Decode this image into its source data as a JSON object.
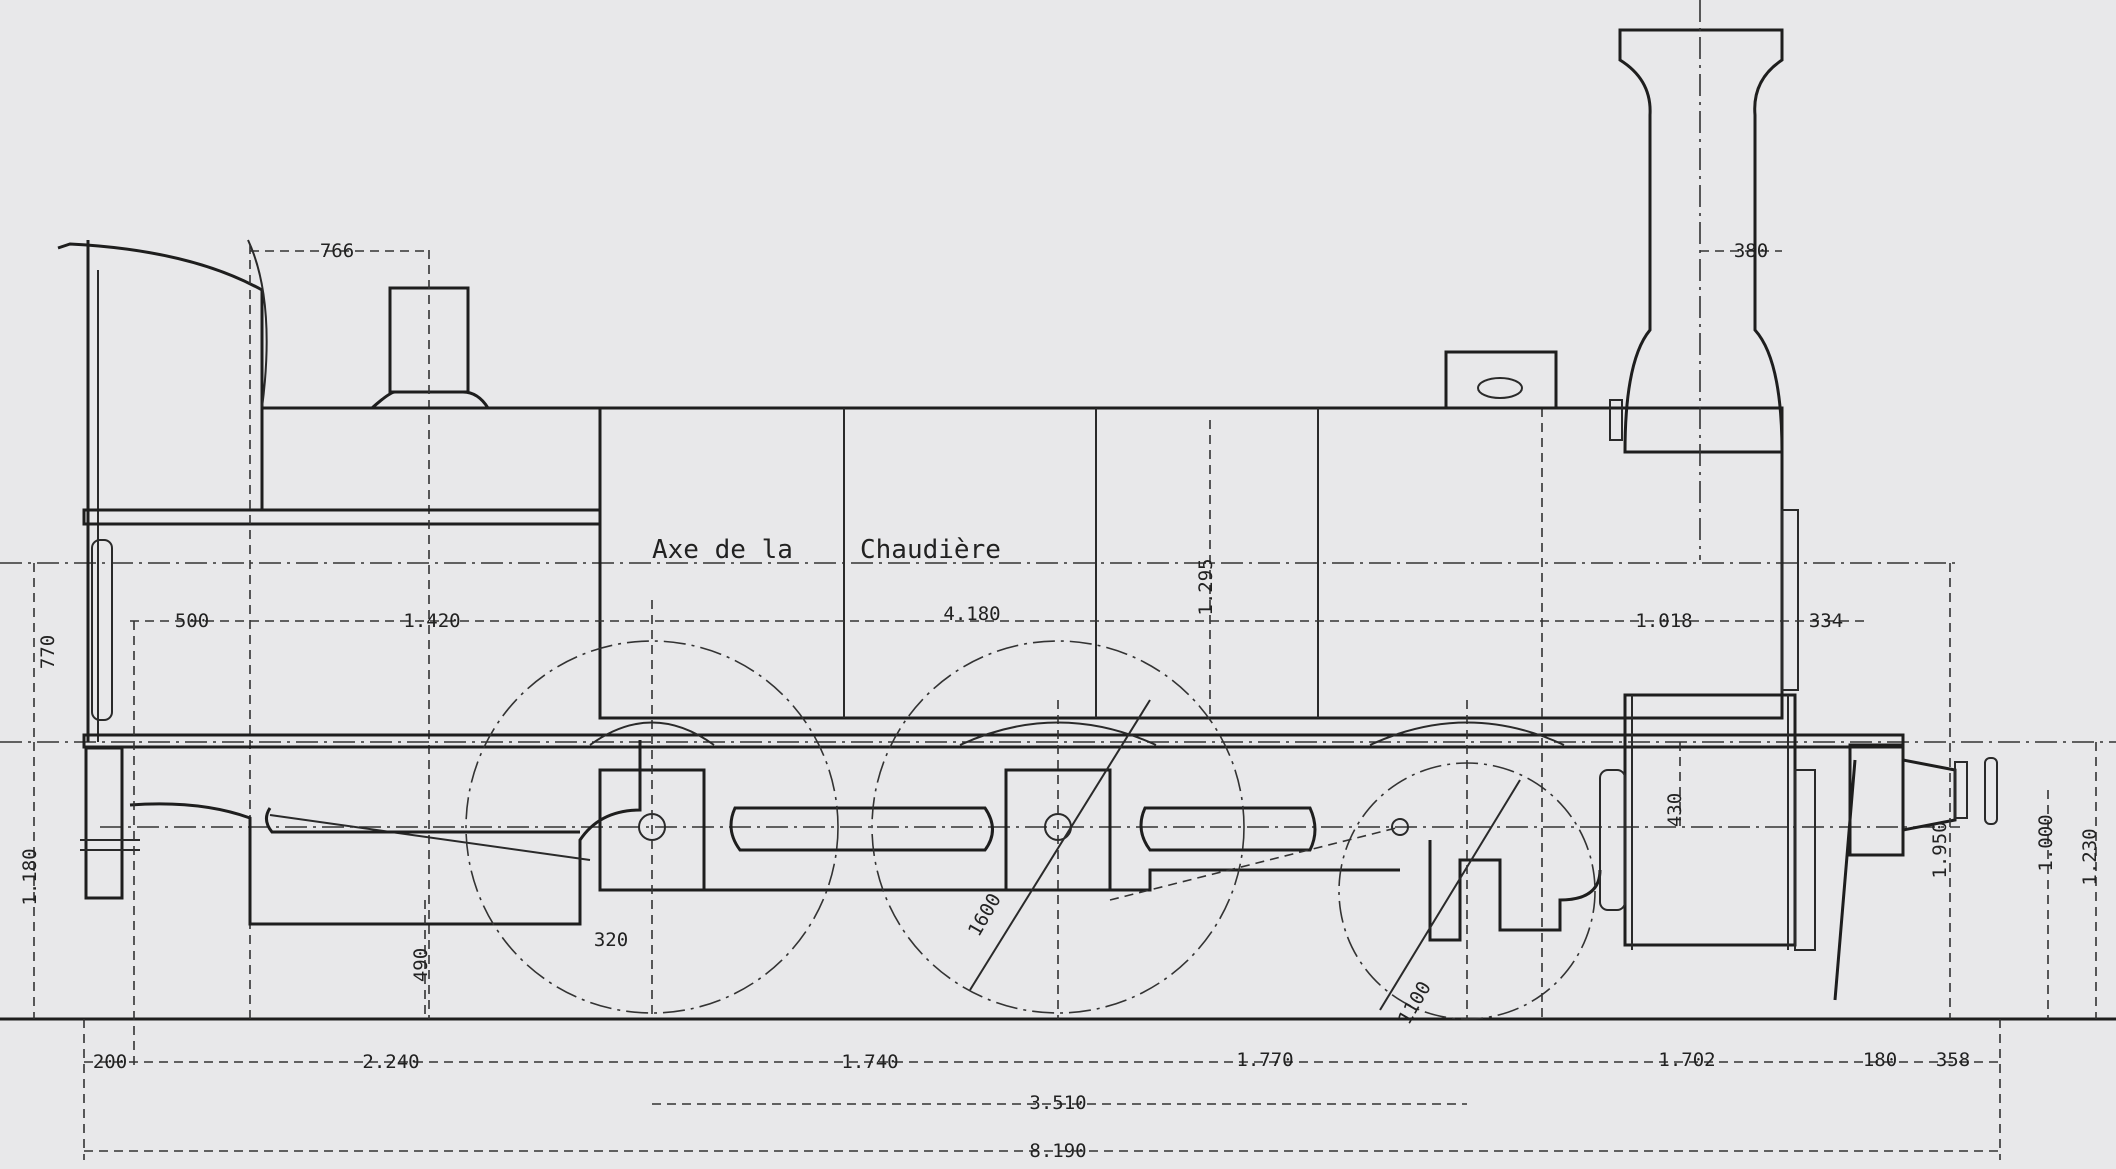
{
  "drawing": {
    "axis_label_1": "Axe de la",
    "axis_label_2": "Chaudière"
  },
  "dimensions": {
    "cab_to_dome": "766",
    "chimney_width": "380",
    "rear_overhang_500": "500",
    "firebox_1420": "1.420",
    "boiler_length": "4.180",
    "boiler_diameter": "1.295",
    "smokebox_1018": "1.018",
    "front_334": "334",
    "height_770": "770",
    "height_1180": "1.180",
    "height_490": "490",
    "crank_320": "320",
    "driving_wheel_dia": "1600",
    "cylinder_430": "430",
    "carrying_wheel_dia": "1100",
    "height_1950": "1.950",
    "buffer_height": "1.000",
    "height_1230": "1.230",
    "bottom_200": "200",
    "bottom_2240": "2.240",
    "bottom_1740": "1.740",
    "bottom_1770": "1.770",
    "bottom_1702": "1.702",
    "bottom_180": "180",
    "bottom_358": "358",
    "wheelbase": "3.510",
    "overall_length": "8.190"
  }
}
